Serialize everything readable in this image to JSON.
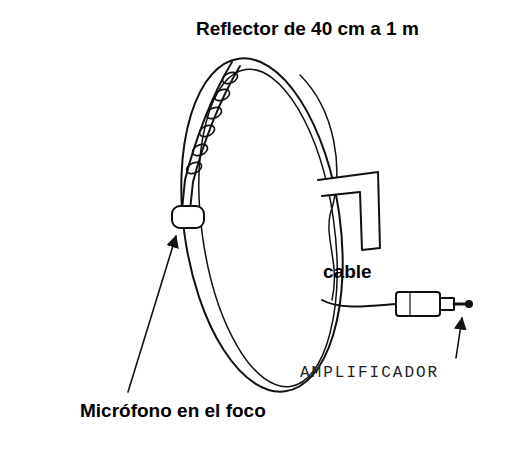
{
  "diagram": {
    "labels": [
      "Reflector de 40 cm a 1 m",
      "cable",
      "AMPLIFICADOR",
      "Micrófono en el foco"
    ]
  }
}
